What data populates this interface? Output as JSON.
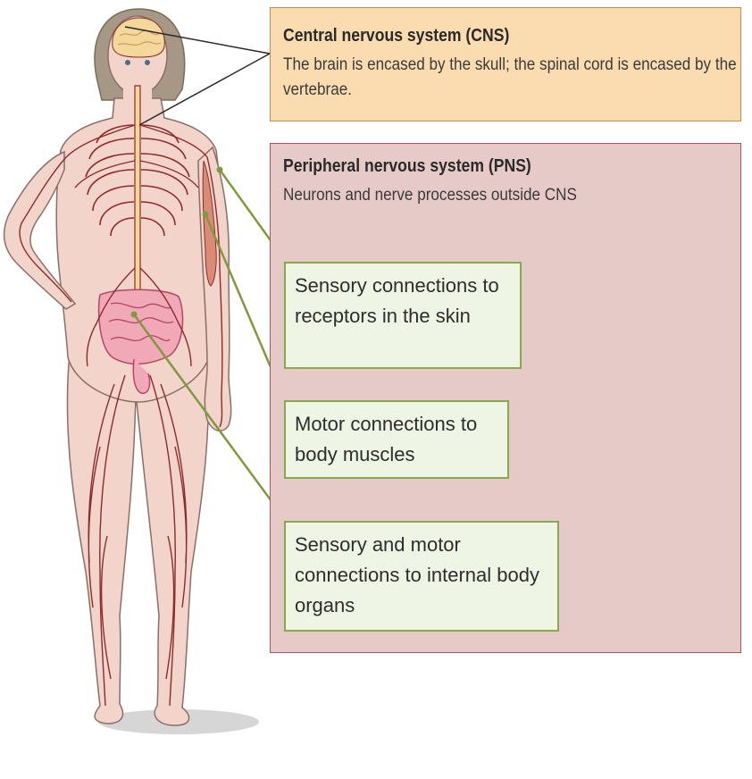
{
  "cns": {
    "title": "Central nervous system (CNS)",
    "description": "The brain is encased by the skull; the spinal cord is encased by the vertebrae."
  },
  "pns": {
    "title": "Peripheral nervous system (PNS)",
    "description": "Neurons and nerve processes outside CNS"
  },
  "callouts": {
    "skin": "Sensory connections to receptors in the skin",
    "muscles": "Motor connections to body muscles",
    "organs": "Sensory and motor connections to internal body organs"
  },
  "colors": {
    "cns_box": "#fbdcb0",
    "pns_box": "#e6cac7",
    "callout_box": "#eef5e4",
    "leader_line": "#7d9a3e",
    "nerve": "#8e2a2a",
    "skin_tone": "#f3d4cb"
  }
}
